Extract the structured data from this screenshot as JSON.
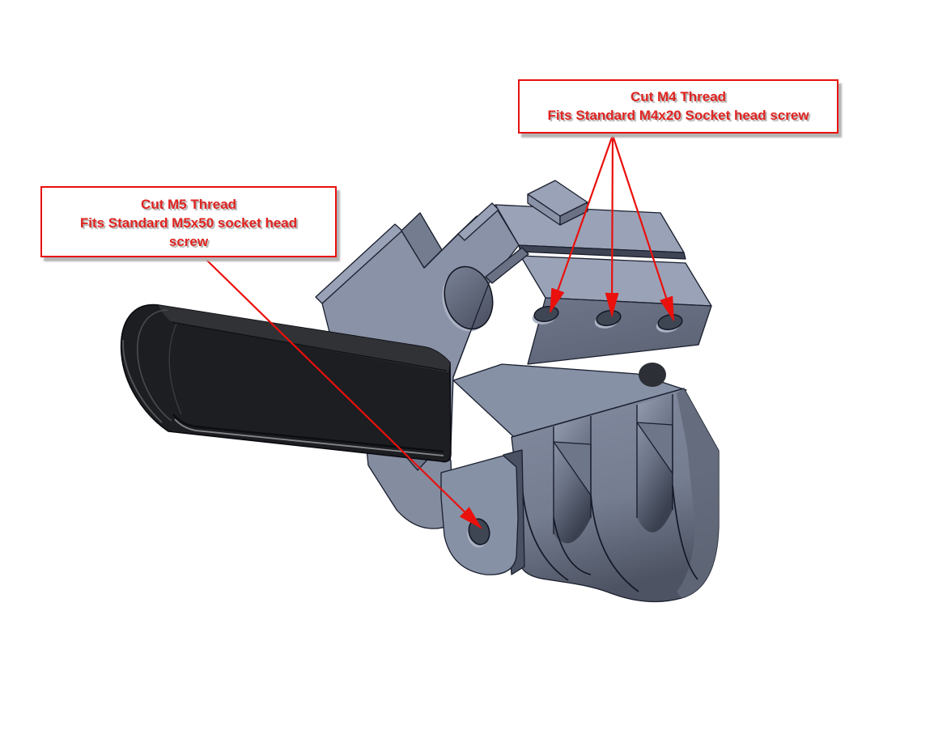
{
  "callouts": {
    "m4": {
      "lines": [
        "Cut M4 Thread",
        "Fits Standard M4x20 Socket head screw"
      ]
    },
    "m5": {
      "lines": [
        "Cut M5 Thread",
        "Fits Standard M5x50 socket head",
        "screw"
      ]
    }
  },
  "colors": {
    "annotation_red": "#ea100c",
    "callout_text_red": "#e02421",
    "callout_shadow_gray": "#b4b4b4",
    "background_white": "#ffffff",
    "body_light": "#9aa2b7",
    "body_medium": "#8a92a8",
    "body_medium2": "#848ca0",
    "body_face_b": "#8691a6",
    "body_dark": "#6a7184",
    "body_darker": "#596070",
    "body_side": "#616879",
    "slot_shadow": "#3e4454",
    "gap_dark": "#4a5162",
    "web_gray": "#6e7689",
    "v_wall_light": "#a0a8bc",
    "v_wall_dark": "#747c8f",
    "hole_dark": "#3e4553",
    "hole_rim_light": "#aab1c3",
    "blob_black": "#2c2f35",
    "pad_front": "#1d1e21",
    "pad_top": "#333437",
    "pad_cap": "#242528",
    "pad_highlight": "#8e8f93",
    "edge_outline": "#1a1f2e"
  },
  "part": {
    "m4_hole_count": "3",
    "m5_hole_count": "1"
  }
}
